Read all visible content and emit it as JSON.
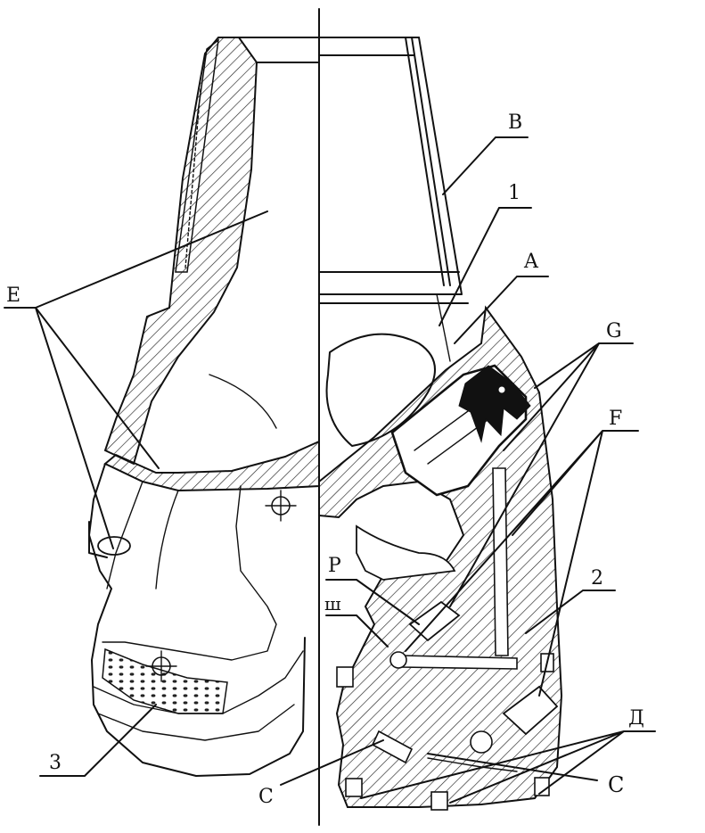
{
  "labels": {
    "B": "B",
    "one": "1",
    "A": "A",
    "E": "E",
    "G": "G",
    "F": "F",
    "P": "P",
    "sh": "ш",
    "two": "2",
    "D": "Д",
    "three": "3",
    "C_left": "C",
    "C_right": "C"
  }
}
